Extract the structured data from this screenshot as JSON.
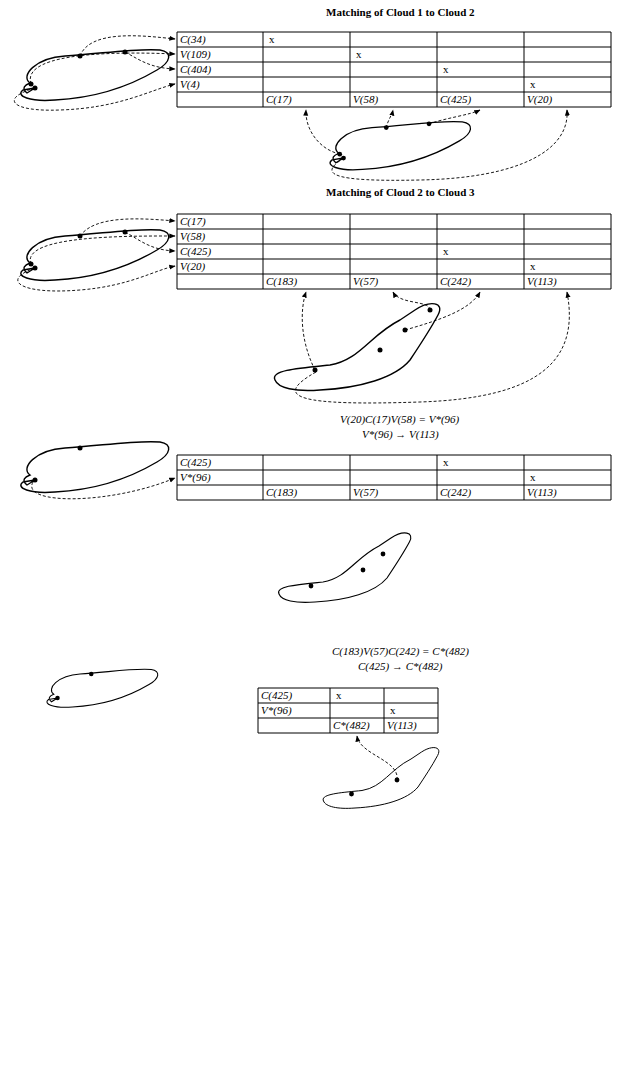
{
  "diagram": {
    "labels": [
      "Matching of Cloud 1 to Cloud 2",
      "C(34)",
      "x",
      "V(109)",
      "x",
      "C(404)",
      "x",
      "V(4)",
      "x",
      "C(17)",
      "V(58)",
      "C(425)",
      "V(20)",
      "Matching of Cloud 2 to Cloud 3",
      "C(17)",
      "V(58)",
      "C(425)",
      "x",
      "V(20)",
      "x",
      "C(183)",
      "V(57)",
      "C(242)",
      "V(113)",
      "V(20)C(17)V(58) = V*(96)",
      "V*(96) → V(113)",
      "C(425)",
      "x",
      "V*(96)",
      "x",
      "C(183)",
      "V(57)",
      "C(242)",
      "V(113)",
      "C(183)V(57)C(242) = C*(482)",
      "C(425) → C*(482)",
      "C(425)",
      "x",
      "V*(96)",
      "x",
      "C*(482)",
      "V(113)"
    ]
  }
}
